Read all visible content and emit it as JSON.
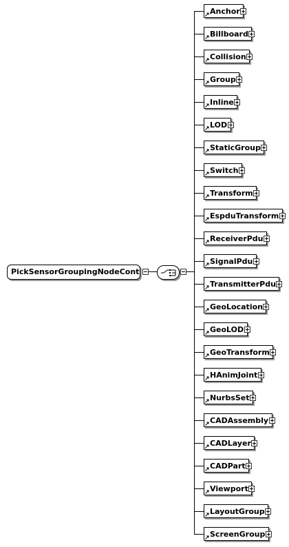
{
  "root": {
    "label": "PickSensorGroupingNodeConte..."
  },
  "choice": {
    "icon": "choice-compositor-icon"
  },
  "elements": [
    "Anchor",
    "Billboard",
    "Collision",
    "Group",
    "Inline",
    "LOD",
    "StaticGroup",
    "Switch",
    "Transform",
    "EspduTransform",
    "ReceiverPdu",
    "SignalPdu",
    "TransmitterPdu",
    "GeoLocation",
    "GeoLOD",
    "GeoTransform",
    "HAnimJoint",
    "NurbsSet",
    "CADAssembly",
    "CADLayer",
    "CADPart",
    "Viewport",
    "LayoutGroup",
    "ScreenGroup"
  ]
}
